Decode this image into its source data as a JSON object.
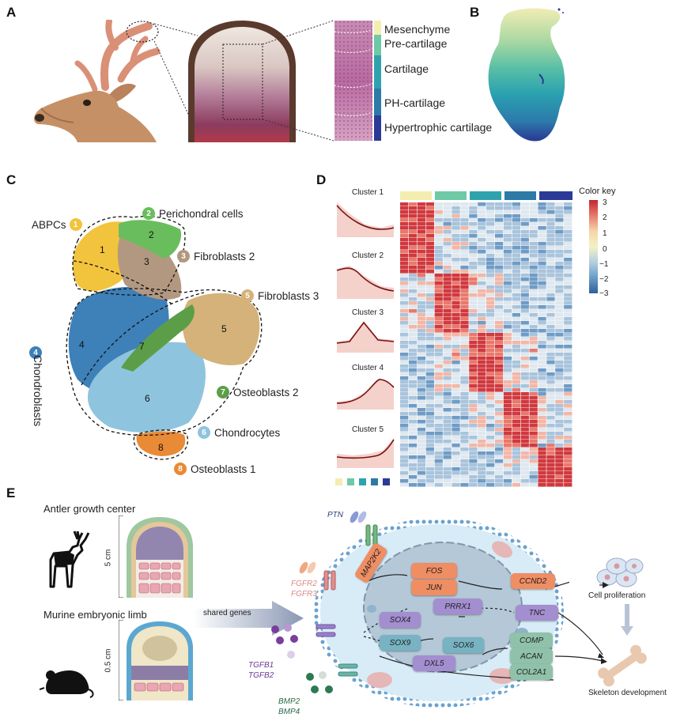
{
  "panels": {
    "a": "A",
    "b": "B",
    "c": "C",
    "d": "D",
    "e": "E"
  },
  "panel_a": {
    "zones": [
      "Mesenchyme",
      "Pre-cartilage",
      "Cartilage",
      "PH-cartilage",
      "Hypertrophic cartilage"
    ],
    "zone_colors": [
      "#f3edb0",
      "#6ec9a6",
      "#2fa3ad",
      "#2d7aa8",
      "#2a3a96"
    ]
  },
  "panel_c": {
    "clusters": [
      {
        "num": "1",
        "name": "ABPCs",
        "color": "#f2c33c"
      },
      {
        "num": "2",
        "name": "Perichondral cells",
        "color": "#6abd5c"
      },
      {
        "num": "3",
        "name": "Fibroblasts 2",
        "color": "#b39881"
      },
      {
        "num": "4",
        "name": "Chondroblasts",
        "color": "#3e80b8"
      },
      {
        "num": "5",
        "name": "Fibroblasts 3",
        "color": "#d4b27a"
      },
      {
        "num": "6",
        "name": "Chondrocytes",
        "color": "#8fc4de"
      },
      {
        "num": "7",
        "name": "Osteoblasts 2",
        "color": "#5c9e48"
      },
      {
        "num": "8",
        "name": "Osteoblasts 1",
        "color": "#e98a36"
      }
    ]
  },
  "panel_d": {
    "cluster_titles": [
      "Cluster 1",
      "Cluster 2",
      "Cluster 3",
      "Cluster 4",
      "Cluster 5"
    ],
    "color_key_title": "Color key",
    "color_key_ticks": [
      "3",
      "2",
      "1",
      "0",
      "−1",
      "−2",
      "−3"
    ],
    "group_colors": [
      "#f3edb0",
      "#6ec9a6",
      "#2fa3ad",
      "#2d7aa8",
      "#2a3a96"
    ]
  },
  "panel_e": {
    "antler_title": "Antler growth center",
    "antler_scale": "5 cm",
    "murine_title": "Murine embryonic limb",
    "murine_scale": "0.5 cm",
    "shared_genes": "shared genes",
    "ligands": {
      "ptn": "PTN",
      "fgfr2": "FGFR2",
      "fgfr3": "FGFR3",
      "tgfb1": "TGFB1",
      "tgfb2": "TGFB2",
      "bmp2": "BMP2",
      "bmp4": "BMP4"
    },
    "genes": {
      "map2k2": "MAP2K2",
      "fos": "FOS",
      "jun": "JUN",
      "ccnd2": "CCND2",
      "prrx1": "PRRX1",
      "tnc": "TNC",
      "sox4": "SOX4",
      "sox9": "SOX9",
      "sox6": "SOX6",
      "dxl5": "DXL5",
      "comp": "COMP",
      "acan": "ACAN",
      "col2a1": "COL2A1"
    },
    "gene_colors": {
      "orange": "#ef8d63",
      "purple": "#a38ed0",
      "teal": "#77b3c2",
      "green": "#8fc2a9"
    },
    "outcomes": {
      "proliferation": "Cell proliferation",
      "skeleton": "Skeleton development"
    }
  }
}
